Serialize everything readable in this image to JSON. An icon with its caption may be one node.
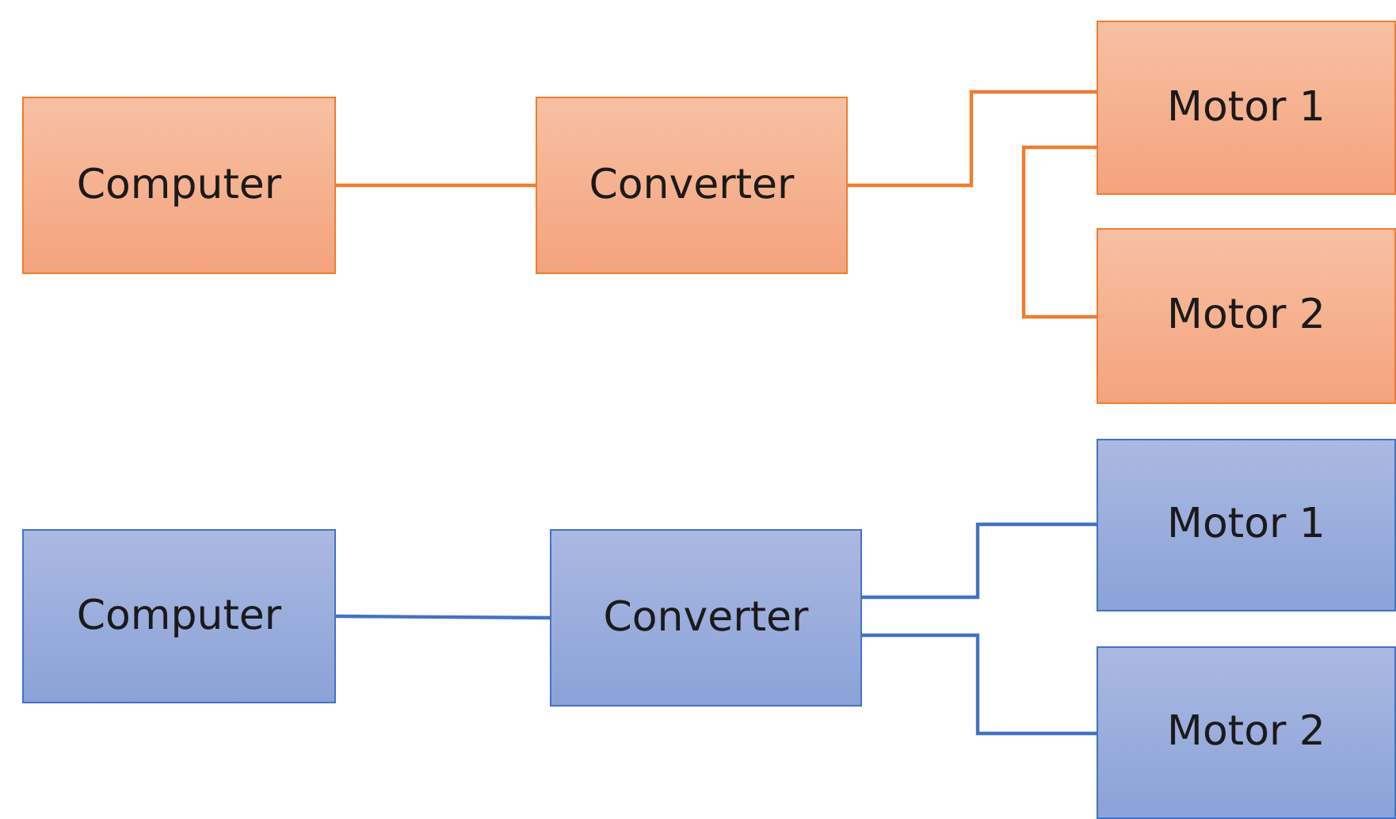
{
  "diagram": {
    "nodes": [
      {
        "text": [
          "Computer"
        ]
      },
      {
        "text": [
          "Converter"
        ]
      },
      {
        "text": [
          "Motor 1"
        ]
      },
      {
        "text": [
          "Motor 2"
        ]
      },
      {
        "text": [
          "Computer"
        ]
      },
      {
        "text": [
          "Converter"
        ]
      },
      {
        "text": [
          "Motor 1"
        ]
      },
      {
        "text": [
          "Motor 2"
        ]
      }
    ],
    "edges": [
      {
        "from": 0,
        "to": 1,
        "arrow": "none"
      },
      {
        "from": 1,
        "to": 2,
        "arrow": "none"
      },
      {
        "from": 2,
        "to": 3,
        "arrow": "none"
      },
      {
        "from": 4,
        "to": 5,
        "arrow": "none",
        "color": "#4472c4"
      },
      {
        "from": 5,
        "to": 6,
        "arrow": "none",
        "color": "#4472c4"
      },
      {
        "from": 5,
        "to": 7,
        "arrow": "none",
        "color": "#4472c4"
      }
    ]
  }
}
